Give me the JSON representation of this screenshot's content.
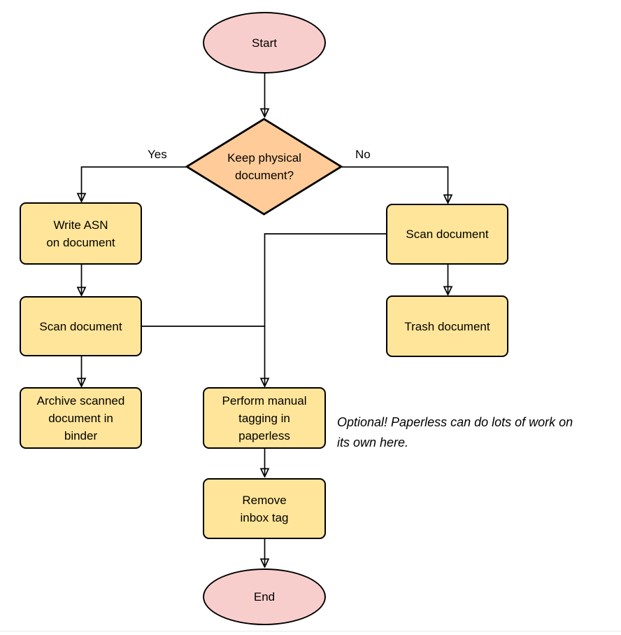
{
  "diagram": {
    "type": "flowchart",
    "nodes": {
      "start": {
        "shape": "ellipse",
        "label": "Start"
      },
      "decision": {
        "shape": "diamond",
        "label": "Keep physical\ndocument?"
      },
      "write_asn": {
        "shape": "process",
        "label": "Write ASN\non document"
      },
      "scan_keep": {
        "shape": "process",
        "label": "Scan document"
      },
      "archive": {
        "shape": "process",
        "label": "Archive scanned\ndocument in\nbinder"
      },
      "scan_discard": {
        "shape": "process",
        "label": "Scan document"
      },
      "trash": {
        "shape": "process",
        "label": "Trash document"
      },
      "tagging": {
        "shape": "process",
        "label": "Perform manual\ntagging in\npaperless"
      },
      "remove_inbox": {
        "shape": "process",
        "label": "Remove\ninbox tag"
      },
      "end": {
        "shape": "ellipse",
        "label": "End"
      }
    },
    "edge_labels": {
      "yes": "Yes",
      "no": "No"
    },
    "annotation": "Optional! Paperless can do lots of work on\nits own here.",
    "colors": {
      "terminal_fill": "#F8CECC",
      "decision_fill": "#FFCC99",
      "process_fill": "#FFE599",
      "stroke": "#000000",
      "text": "#000000"
    }
  }
}
